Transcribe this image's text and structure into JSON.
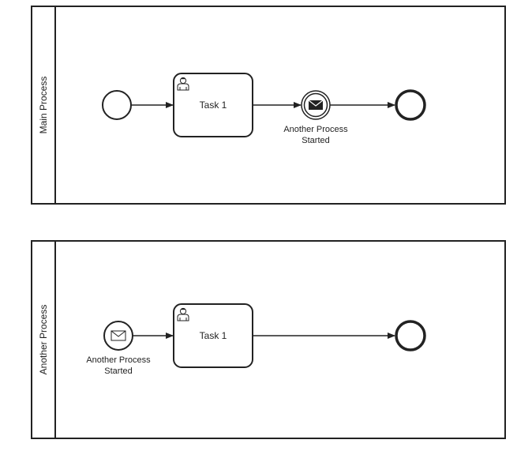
{
  "pools": [
    {
      "name": "Main Process",
      "task": {
        "label": "Task 1",
        "type_icon": "user-icon"
      },
      "intermediate_event": {
        "label_line1": "Another Process",
        "label_line2": "Started",
        "type_icon": "envelope-icon"
      }
    },
    {
      "name": "Another Process",
      "start_event": {
        "label_line1": "Another Process",
        "label_line2": "Started",
        "type_icon": "envelope-icon"
      },
      "task": {
        "label": "Task 1",
        "type_icon": "user-icon"
      }
    }
  ],
  "colors": {
    "stroke": "#222222",
    "background": "#ffffff"
  }
}
